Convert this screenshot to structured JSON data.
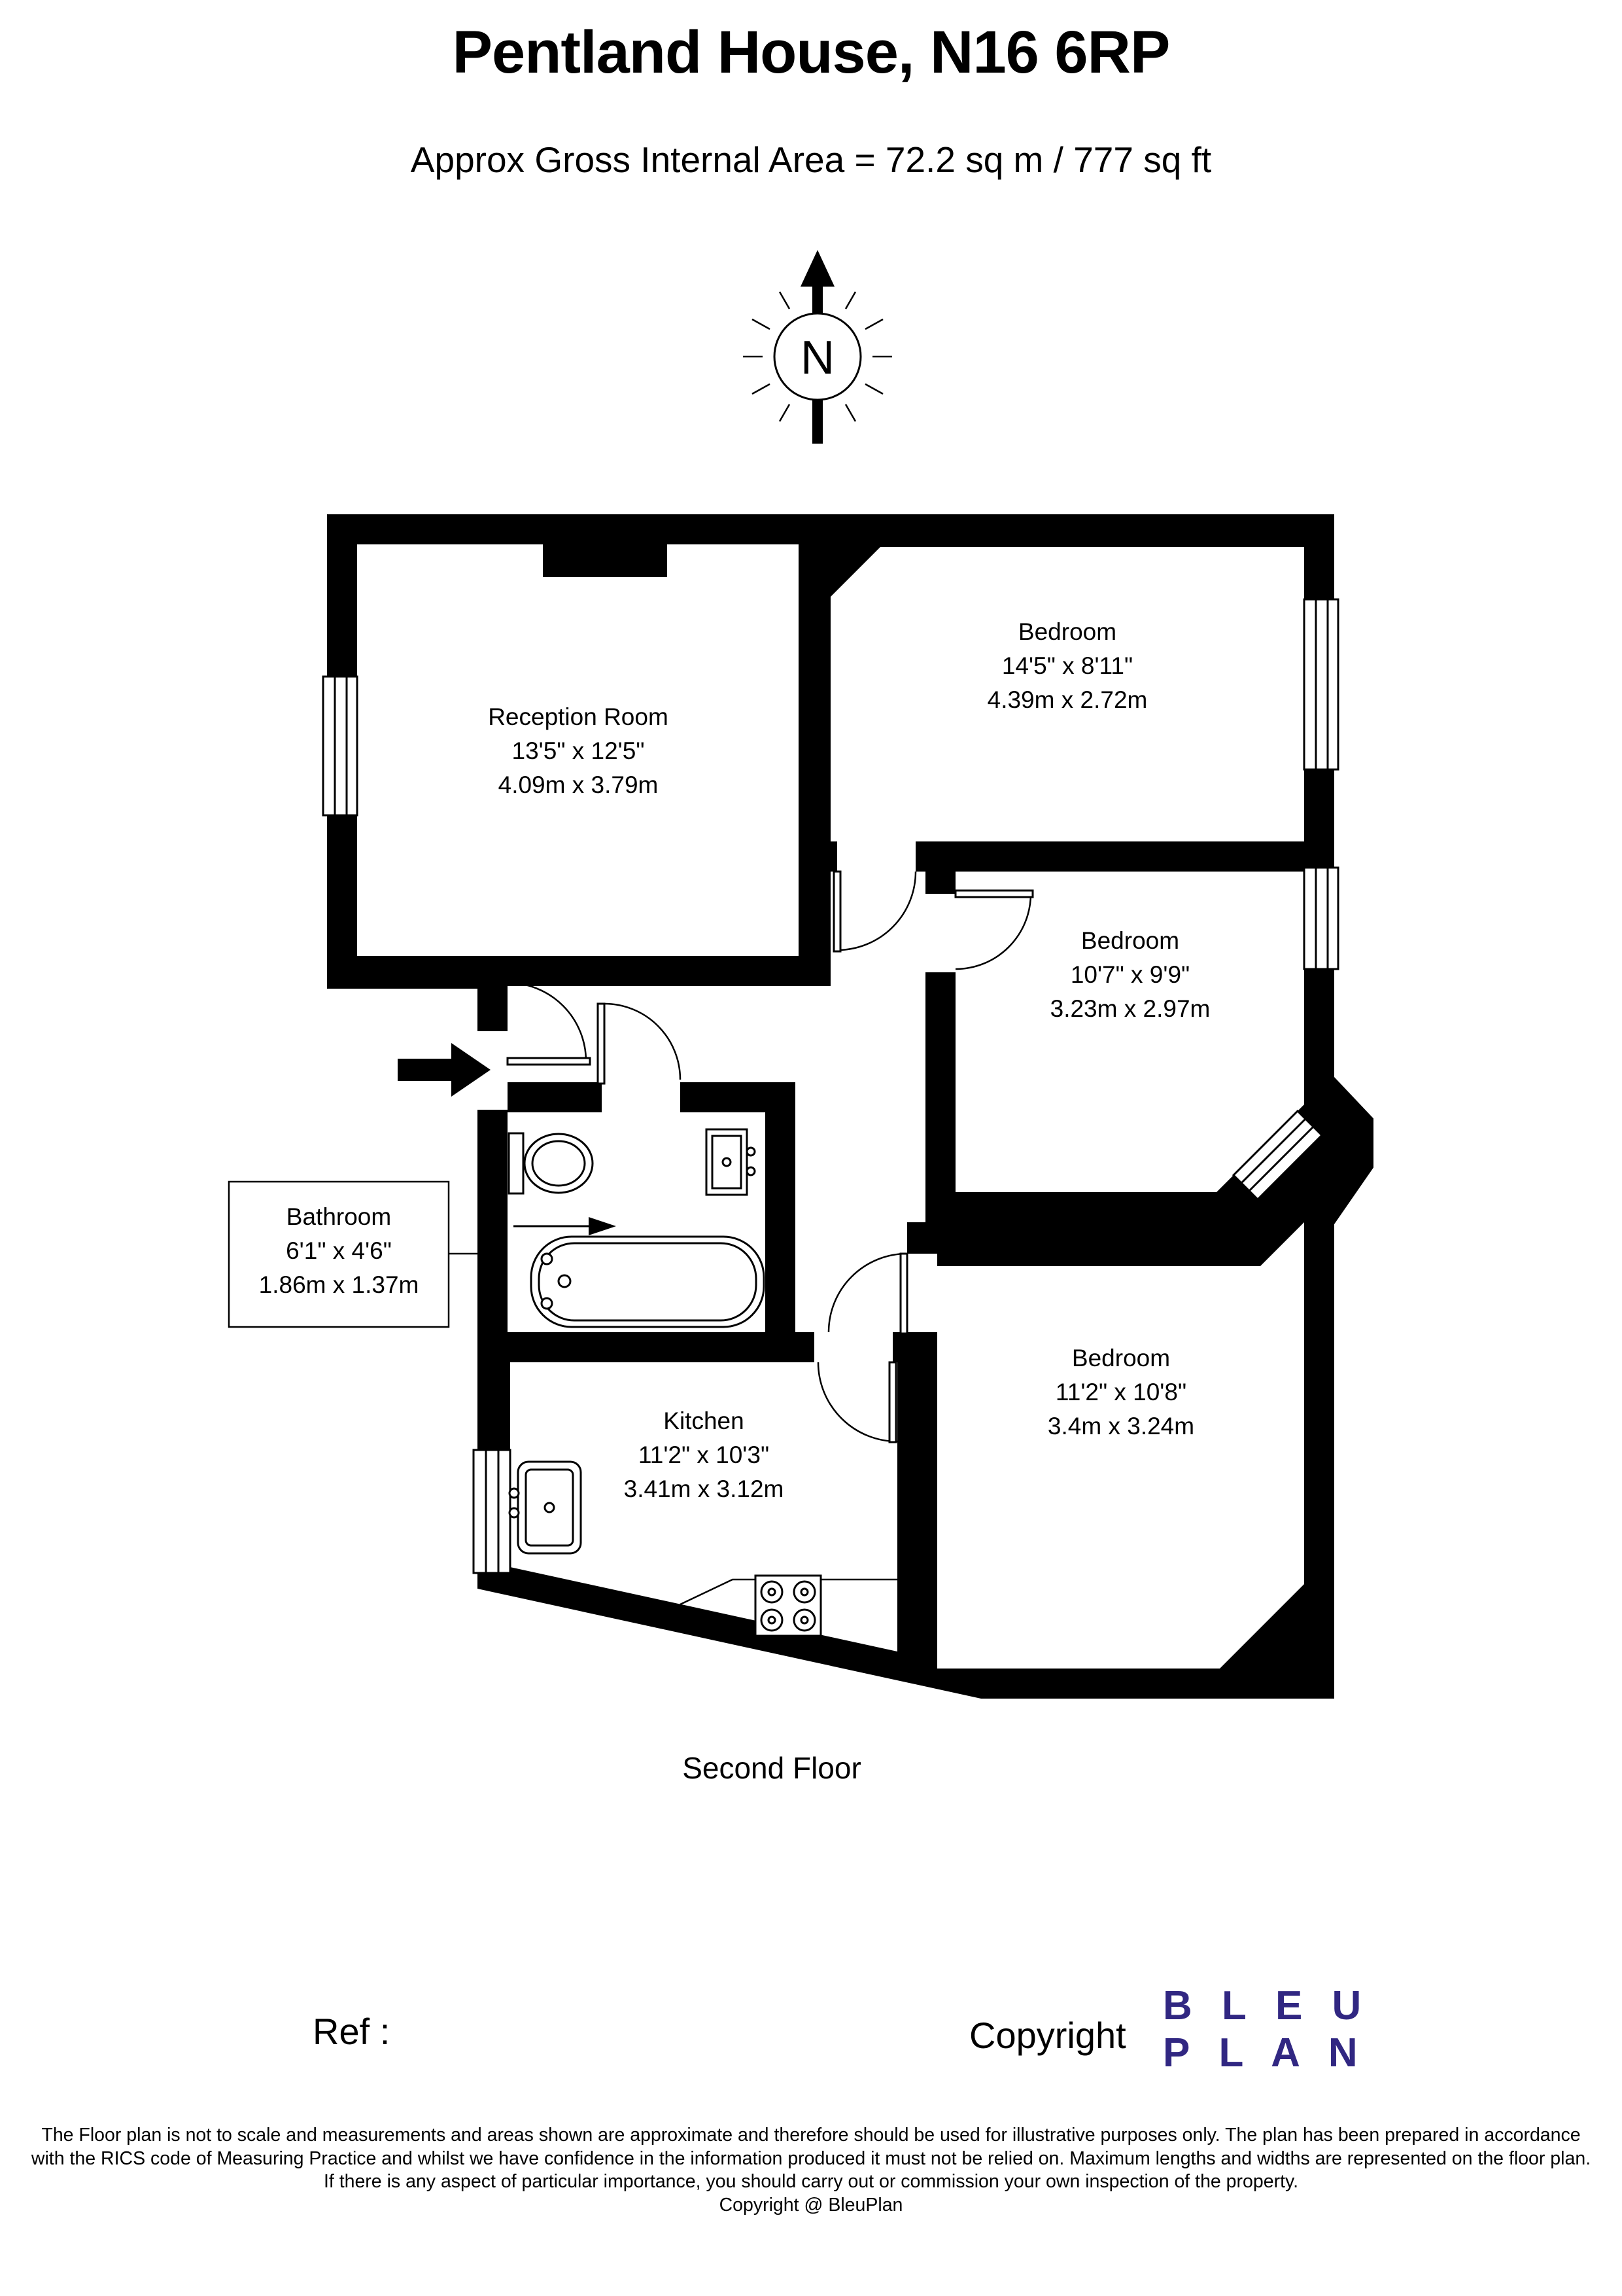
{
  "page": {
    "title": "Pentland House, N16 6RP",
    "subtitle": "Approx Gross Internal Area = 72.2 sq m / 777 sq ft"
  },
  "compass": {
    "label": "N"
  },
  "plan": {
    "floor_label": "Second Floor",
    "rooms": {
      "reception": {
        "name": "Reception Room",
        "imperial": "13'5\" x 12'5\"",
        "metric": "4.09m x 3.79m"
      },
      "bedroom_top": {
        "name": "Bedroom",
        "imperial": "14'5\" x 8'11\"",
        "metric": "4.39m x 2.72m"
      },
      "bedroom_middle": {
        "name": "Bedroom",
        "imperial": "10'7\" x 9'9\"",
        "metric": "3.23m x 2.97m"
      },
      "bedroom_bottom": {
        "name": "Bedroom",
        "imperial": "11'2\" x 10'8\"",
        "metric": "3.4m x 3.24m"
      },
      "bathroom": {
        "name": "Bathroom",
        "imperial": "6'1\" x 4'6\"",
        "metric": "1.86m x 1.37m"
      },
      "kitchen": {
        "name": "Kitchen",
        "imperial": "11'2\" x 10'3\"",
        "metric": "3.41m x 3.12m"
      }
    }
  },
  "footer": {
    "ref_label": "Ref  :",
    "copyright_label": "Copyright",
    "logo": {
      "line1": "B L E U",
      "line2": "P L A N",
      "color": "#312782"
    }
  },
  "disclaimer": {
    "line1": "The Floor plan is not to scale and measurements and areas shown are approximate and therefore should be used for illustrative purposes only. The plan has been prepared in accordance",
    "line2": "with the RICS code of Measuring Practice and whilst we have confidence in the information produced it must not be relied on. Maximum lengths and widths are represented on the floor plan.",
    "line3": "If there is any aspect of particular importance, you should carry out or commission your own inspection of the property.",
    "line4": "Copyright @ BleuPlan"
  }
}
